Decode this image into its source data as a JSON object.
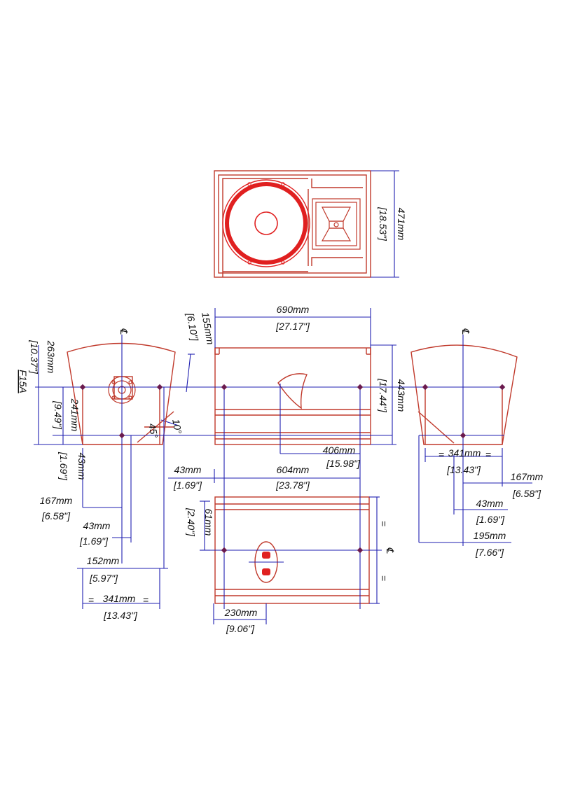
{
  "colors": {
    "cabinet": "#c0392b",
    "driver": "#e02020",
    "dimension": "#1f1fb0",
    "point": "#6a1a4e",
    "text": "#111111"
  },
  "model": "F15A",
  "symbols": {
    "centerline": "℄",
    "equals": "="
  },
  "front_view": {
    "height_mm": "471mm",
    "height_in": "[18.53\"]"
  },
  "side_view": {
    "top_offset_mm": "155mm",
    "top_offset_in": "[6.10\"]",
    "depth_mm": "690mm",
    "depth_in": "[27.17\"]",
    "height_mm": "443mm",
    "height_in": "[17.44\"]",
    "angle": "10°",
    "handle_mm": "406mm",
    "handle_in": "[15.98\"]",
    "rail_offset_mm": "43mm",
    "rail_offset_in": "[1.69\"]",
    "rail_span_mm": "604mm",
    "rail_span_in": "[23.78\"]"
  },
  "left_view": {
    "height_mm": "263mm",
    "height_in": "[10.37\"]",
    "mid_mm": "241mm",
    "mid_in": "[9.49\"]",
    "angle": "45°",
    "bottom_mm": "43mm",
    "bottom_in": "[1.69\"]",
    "d167_mm": "167mm",
    "d167_in": "[6.58\"]",
    "d43_mm": "43mm",
    "d43_in": "[1.69\"]",
    "d152_mm": "152mm",
    "d152_in": "[5.97\"]",
    "d341_mm": "341mm",
    "d341_in": "[13.43\"]"
  },
  "bottom_view": {
    "offset_mm": "61mm",
    "offset_in": "[2.40\"]",
    "width_mm": "230mm",
    "width_in": "[9.06\"]"
  },
  "right_view": {
    "width_mm": "341mm",
    "width_in": "[13.43\"]",
    "d167_mm": "167mm",
    "d167_in": "[6.58\"]",
    "d43_mm": "43mm",
    "d43_in": "[1.69\"]",
    "d195_mm": "195mm",
    "d195_in": "[7.66\"]"
  }
}
